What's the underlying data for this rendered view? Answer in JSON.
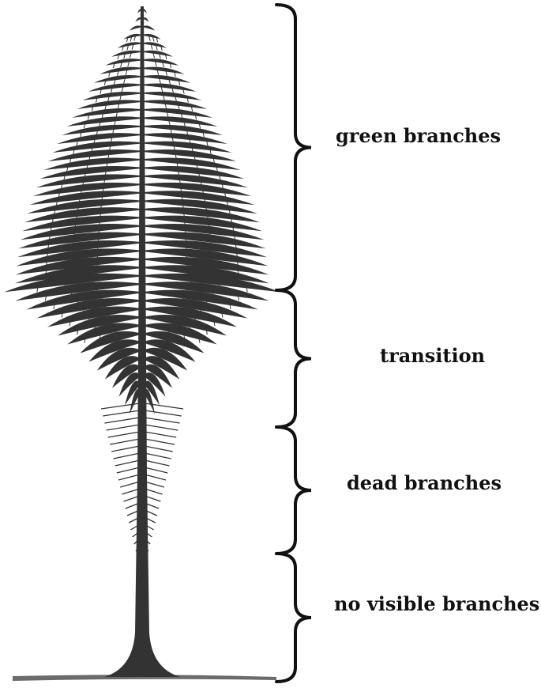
{
  "diagram": {
    "zones": [
      {
        "id": "green",
        "label": "green branches"
      },
      {
        "id": "transition",
        "label": "transition"
      },
      {
        "id": "dead",
        "label": "dead branches"
      },
      {
        "id": "novisible",
        "label": "no visible branches"
      }
    ],
    "colors": {
      "tree": "#333333",
      "ground": "#6b6b6b",
      "brace": "#111111",
      "text": "#111111",
      "background": "#ffffff"
    }
  }
}
